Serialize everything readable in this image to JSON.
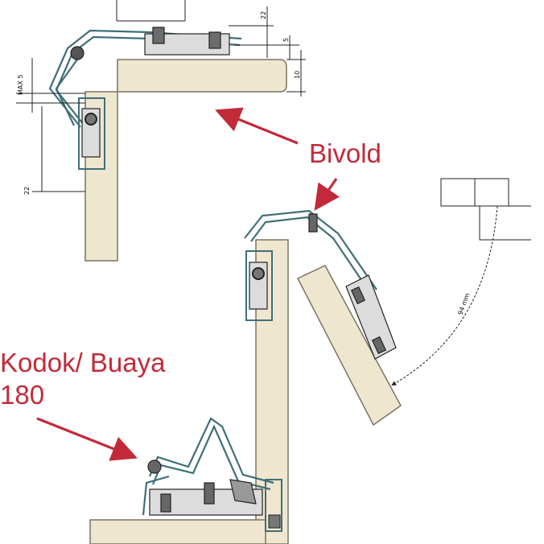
{
  "callouts": {
    "bivold": "Bivold",
    "kodok_line1": "Kodok/ Buaya",
    "kodok_line2": "180"
  },
  "dimension_labels": {
    "top_vertical": "MAX 5",
    "left_depth": "22",
    "top_right_a": "22",
    "top_right_b": "5",
    "top_right_c": "10",
    "arc_label": "94 mm"
  },
  "colors": {
    "callout": "#c22a3a",
    "panel": "#efe6cf",
    "panel_stroke": "#7a7265",
    "hinge": "#3f6f78",
    "line": "#222222"
  }
}
